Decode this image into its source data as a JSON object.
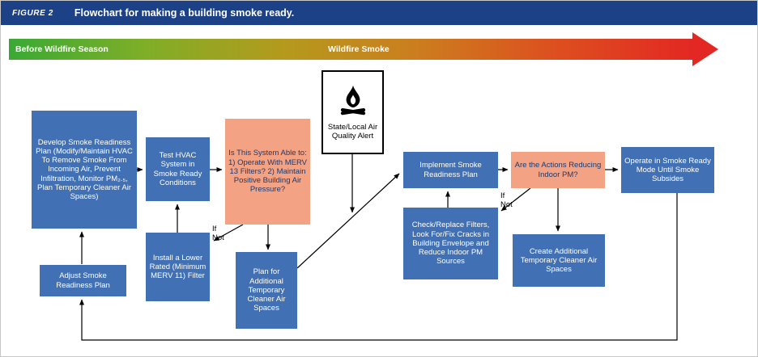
{
  "figure": {
    "label": "FIGURE 2",
    "title": "Flowchart for making a building smoke ready."
  },
  "timeline": {
    "left_label": "Before Wildfire Season",
    "right_label": "Wildfire Smoke",
    "gradient": [
      "#3aa935",
      "#7fae27",
      "#b49a1d",
      "#cc7d1e",
      "#dd4f1f",
      "#e32823"
    ]
  },
  "labels": {
    "if_not_filter": "If Not",
    "if_not_pm": "If Not"
  },
  "boxes": {
    "develop": {
      "text": "Develop Smoke Readiness Plan (Modify/Maintain HVAC To Remove Smoke From Incoming Air, Prevent Infiltration, Monitor PM₂.₅, Plan Temporary Cleaner Air Spaces)"
    },
    "test_hvac": {
      "text": "Test HVAC System in Smoke Ready Conditions"
    },
    "system_able": {
      "text": "Is This System Able to: 1) Operate With MERV 13 Filters? 2) Maintain Positive Building Air Pressure?"
    },
    "alert": {
      "text": "State/Local Air Quality Alert"
    },
    "implement": {
      "text": "Implement Smoke Readiness Plan"
    },
    "actions_reducing": {
      "text": "Are the Actions Reducing Indoor PM?"
    },
    "operate": {
      "text": "Operate in Smoke Ready Mode Until Smoke Subsides"
    },
    "install_filter": {
      "text": "Install a Lower Rated (Minimum MERV 11) Filter"
    },
    "plan_spaces": {
      "text": "Plan for Additional Temporary Cleaner Air Spaces"
    },
    "check_replace": {
      "text": "Check/Replace Filters, Look For/Fix Cracks in Building Envelope and Reduce Indoor PM Sources"
    },
    "create_spaces": {
      "text": "Create Additional Temporary Cleaner Air Spaces"
    },
    "adjust": {
      "text": "Adjust Smoke Readiness Plan"
    }
  },
  "colors": {
    "header_bg": "#1c4187",
    "process_box": "#4170b4",
    "process_text": "#ffffff",
    "decision_box": "#f4a284",
    "decision_text": "#1b3a6e",
    "alert_border": "#000000",
    "arrow": "#000000",
    "gradient_end": "#e32823"
  }
}
